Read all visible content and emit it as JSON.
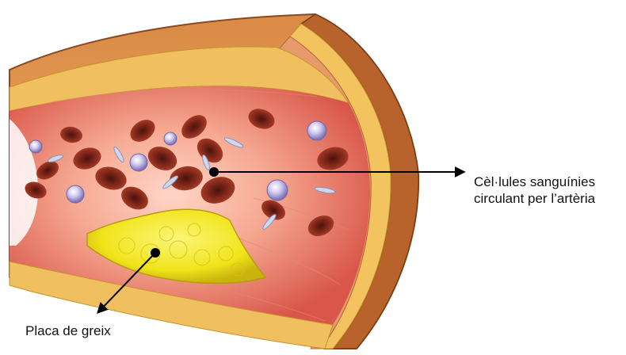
{
  "labels": {
    "cells_line1": "Cèl·lules sanguínies",
    "cells_line2": "circulant per l’artèria",
    "plaque": "Placa de greix"
  },
  "colors": {
    "outer_wall": "#c8753a",
    "outer_wall_dark": "#8a4a1e",
    "fat_band": "#f0c060",
    "lumen": "#f2a08c",
    "lumen_shadow": "#d94a3a",
    "red_cell": "#7a2418",
    "white_cell": "#c9c3e6",
    "plaque": "#f2e81c"
  }
}
